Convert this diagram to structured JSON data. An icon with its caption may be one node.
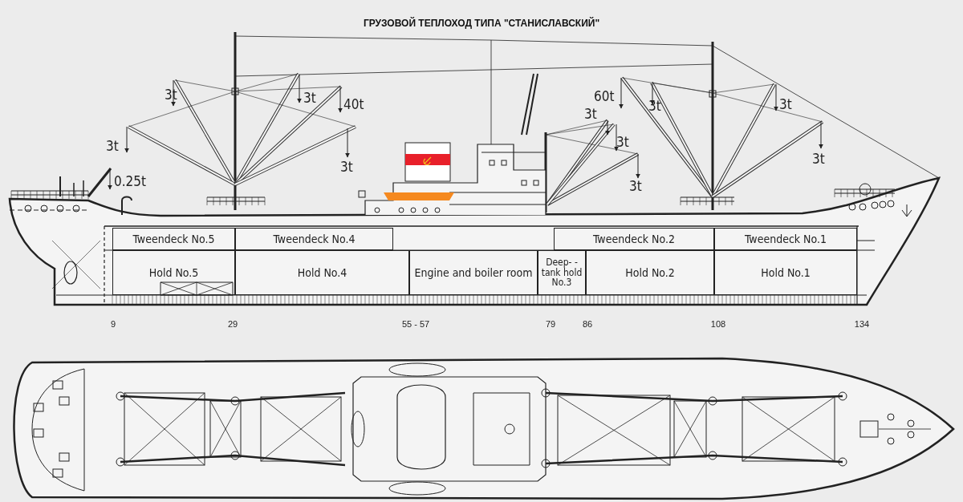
{
  "diagram": {
    "title": "ГРУЗОВОЙ ТЕПЛОХОД ТИПА \"СТАНИСЛАВСКИЙ\"",
    "nodes": [
      {
        "text": [
          "Tweendeck No.5"
        ]
      },
      {
        "text": [
          "Tweendeck No.4"
        ]
      },
      {
        "text": [
          "Tweendeck No.2"
        ]
      },
      {
        "text": [
          "Tweendeck No.1"
        ]
      },
      {
        "text": [
          "Hold No.5"
        ]
      },
      {
        "text": [
          "Hold No.4"
        ]
      },
      {
        "text": [
          "Engine and boiler room"
        ]
      },
      {
        "text": [
          "Deep- -tank hold No.3"
        ]
      },
      {
        "text": [
          "Hold No.2"
        ]
      },
      {
        "text": [
          "Hold No.1"
        ]
      }
    ],
    "labels": [
      "3t",
      "3t",
      "40t",
      "3t",
      "3t",
      "0.25t",
      "60t",
      "3t",
      "3t",
      "3t",
      "3t",
      "3t",
      "3t",
      "9",
      "29",
      "55 - 57",
      "79",
      "86",
      "108",
      "134"
    ]
  }
}
